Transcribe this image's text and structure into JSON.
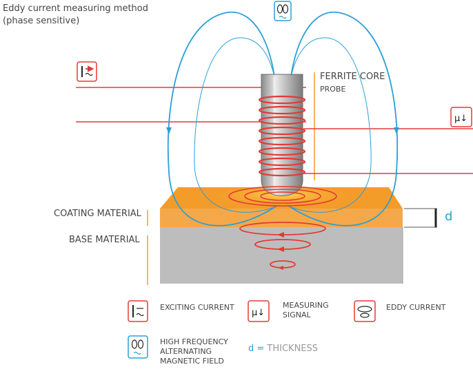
{
  "diagram": {
    "title_line1": "Eddy current measuring method",
    "title_line2": "(phase sensitive)",
    "probe_label": "FERRITE CORE",
    "probe_sublabel": "PROBE",
    "coating_label": "COATING MATERIAL",
    "base_label": "BASE MATERIAL",
    "thickness_symbol": "d",
    "exciting_symbol": "~",
    "measuring_symbol": "μ↓"
  },
  "legend": {
    "exciting": "EXCITING CURRENT",
    "measuring_line1": "MEASURING",
    "measuring_line2": "SIGNAL",
    "eddy": "EDDY CURRENT",
    "hf_line1": "HIGH FREQUENCY",
    "hf_line2": "ALTERNATING",
    "hf_line3": "MAGNETIC FIELD",
    "thickness_prefix": "d =",
    "thickness_text": "THICKNESS"
  },
  "colors": {
    "field": "#2a9fd6",
    "current": "#e53935",
    "coating": "#f39c2a",
    "base": "#bdbdbd"
  },
  "icons": [
    "exciting-current-icon",
    "measuring-signal-icon",
    "eddy-current-icon",
    "magnetic-field-icon"
  ]
}
